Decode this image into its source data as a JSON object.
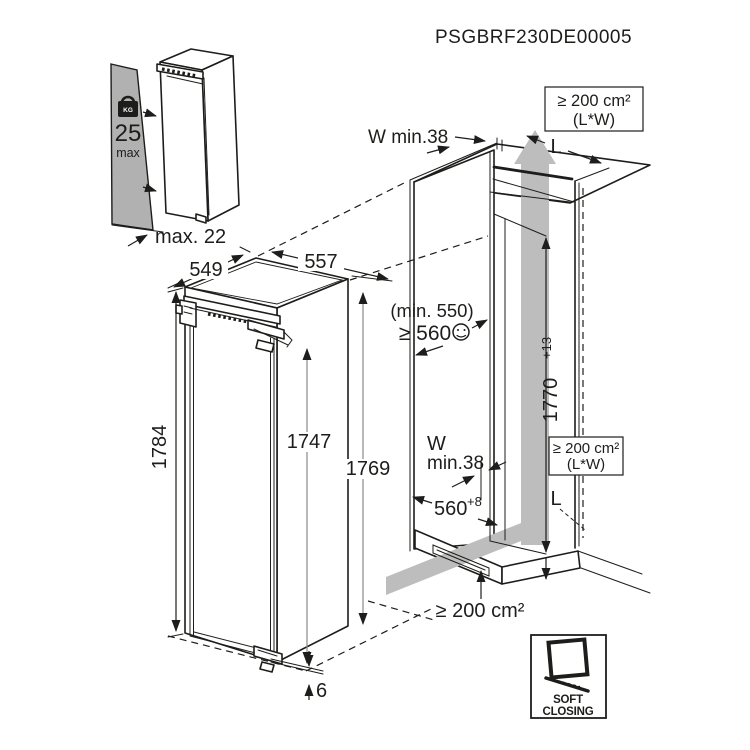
{
  "title": "PSGBRF230DE00005",
  "palette": {
    "ink": "#1d1d1b",
    "door_panel_gray": "#b1b1b1",
    "airflow_gray": "#bdbdbd",
    "dim_line_gray": "#8a8a8a",
    "background": "#ffffff"
  },
  "door_panel": {
    "kg_label": "KG",
    "weight": "25",
    "weight_suffix": "max",
    "thickness": "max. 22"
  },
  "appliance": {
    "depth": "549",
    "width": "557",
    "height": "1784",
    "door_height": "1747",
    "body_height": "1769",
    "bottom_gap": "6"
  },
  "niche": {
    "top_gap": "W min.38",
    "top_vent": {
      "area": "≥ 200 cm²",
      "dims": "(L*W)",
      "length": "L"
    },
    "depth_note": "(min. 550)",
    "depth": "≥ 560",
    "height": "1770",
    "height_tol": "+13",
    "rear_gap_l1": "W",
    "rear_gap_l2": "min.38",
    "rear_vent": {
      "area": "≥ 200 cm²",
      "dims": "(L*W)",
      "length": "L"
    },
    "width": "560",
    "width_tol": "+8",
    "base_vent_area": "≥ 200 cm²"
  },
  "soft_close": {
    "line1": "SOFT",
    "line2": "CLOSING"
  }
}
